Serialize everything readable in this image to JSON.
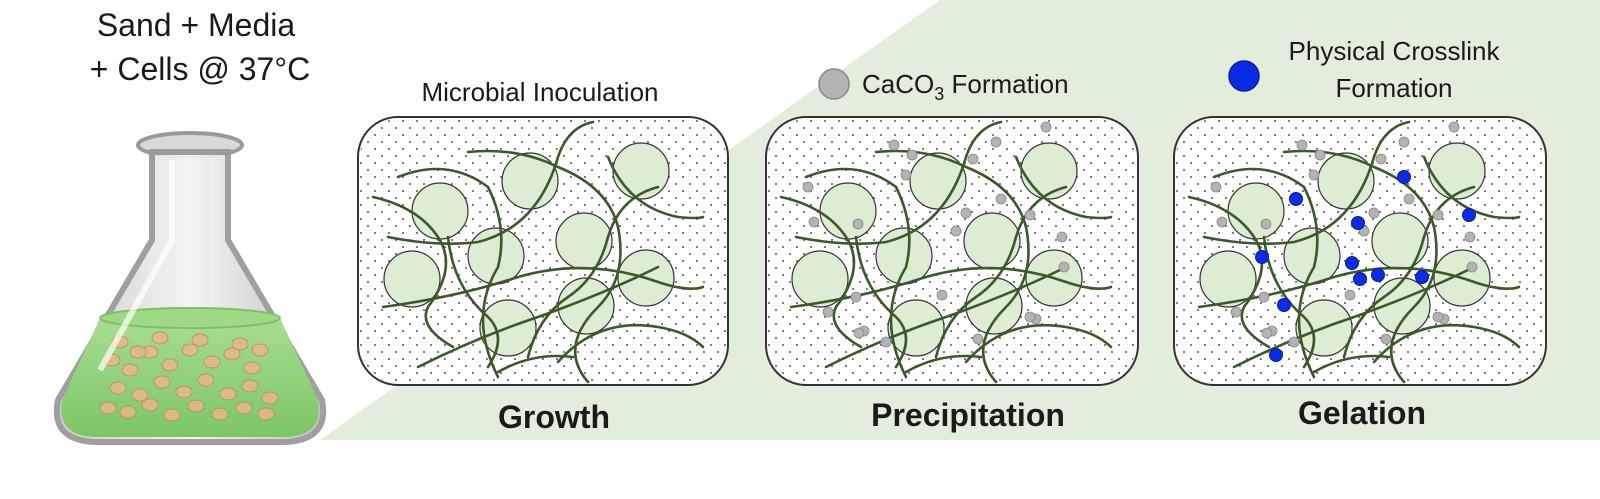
{
  "flask": {
    "label_line1": "Sand + Media",
    "label_line2": "+ Cells @ 37°C"
  },
  "panels": [
    {
      "id": "growth",
      "top_label": "Microbial Inoculation",
      "stage_label": "Growth"
    },
    {
      "id": "precipitation",
      "legend_text_main": "CaCO",
      "legend_text_sub": "3",
      "legend_text_rest": " Formation",
      "stage_label": "Precipitation"
    },
    {
      "id": "gelation",
      "legend_line1": "Physical Crosslink",
      "legend_line2": "Formation",
      "stage_label": "Gelation"
    }
  ],
  "colors": {
    "background_band": "#e2eedb",
    "sand_grain_fill": "#dcedd3",
    "sand_grain_stroke": "#333333",
    "fiber": "#3a5a2a",
    "caco3": "#b3b3b3",
    "crosslink": "#0a2be8",
    "liquid": "#8fd07a"
  }
}
